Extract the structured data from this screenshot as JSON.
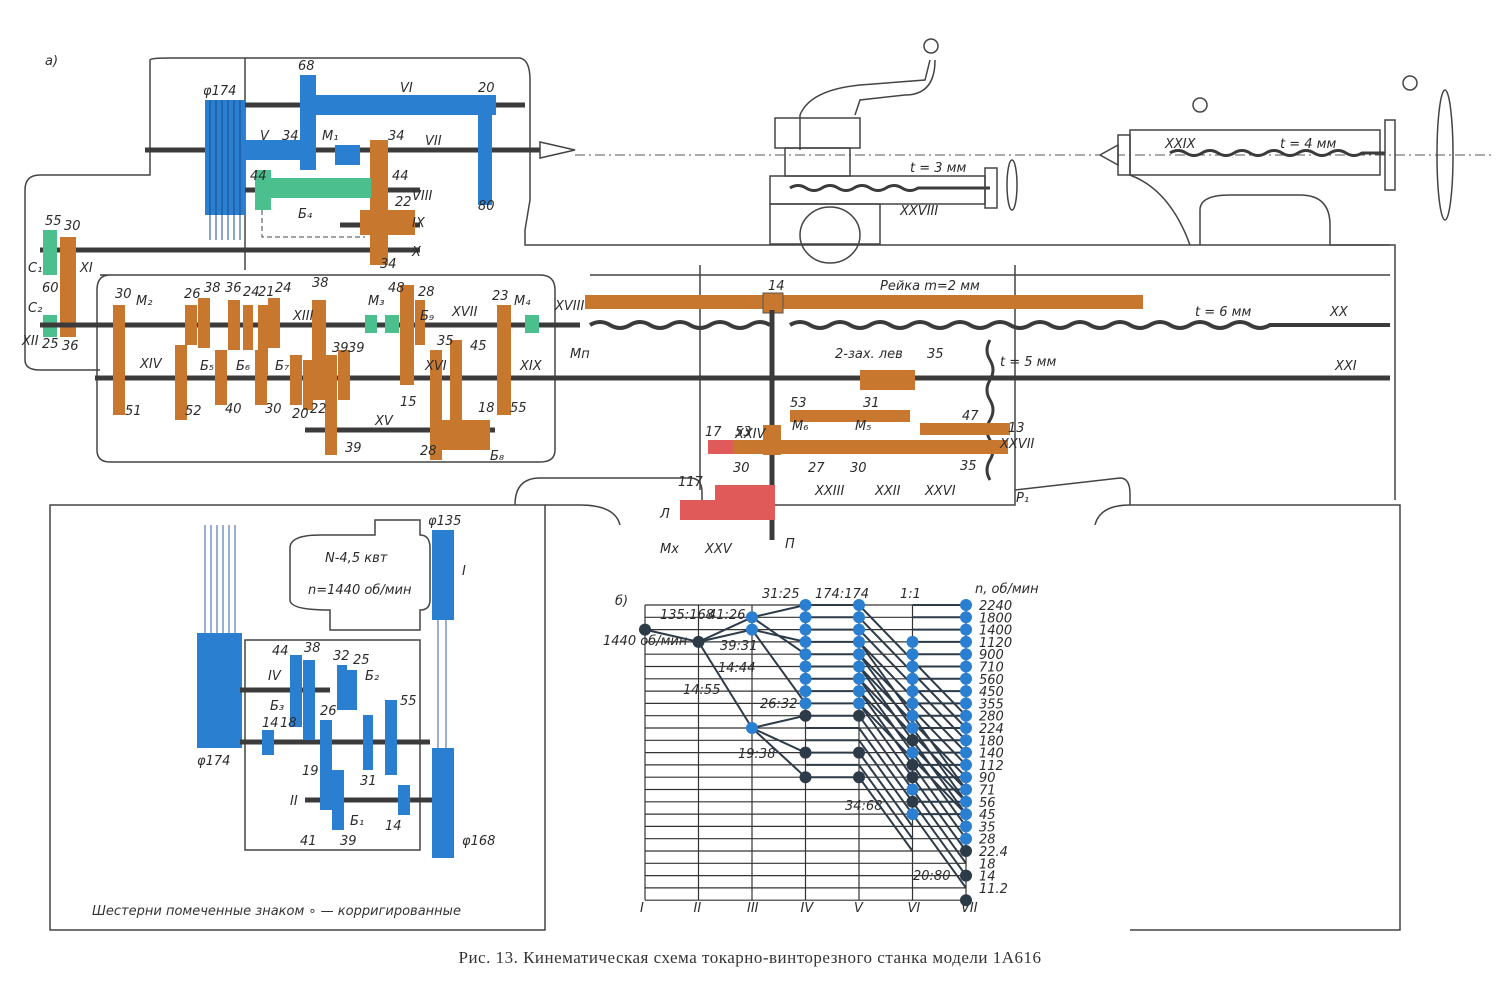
{
  "figure": {
    "caption": "Рис. 13. Кинематическая схема токарно-винторезного станка модели 1А616",
    "part_a_label": "а)",
    "part_b_label": "б)",
    "note": "Шестерни помеченные знаком ∘ — корригированные"
  },
  "colors": {
    "spindle_head": "#2b7fd0",
    "feed_box": "#c8782e",
    "clutch_green": "#4cbf8f",
    "apron_red": "#e05a5a",
    "line": "#3b3b3b"
  },
  "headstock": {
    "pulley_label": "φ174",
    "shafts": [
      "V",
      "VI",
      "VII",
      "VIII",
      "IX",
      "X"
    ],
    "gears": [
      "68",
      "20",
      "34",
      "34",
      "80",
      "44",
      "44",
      "22",
      "34"
    ],
    "clutch": "M₁",
    "block": "Б₄"
  },
  "feed_box": {
    "shafts": [
      "XI",
      "XII",
      "XIII",
      "XIV",
      "XV",
      "XVI",
      "XVII",
      "XVIII",
      "XIX"
    ],
    "change_gears": {
      "c1": "C₁",
      "c2": "C₂",
      "gears": [
        "55",
        "30",
        "60",
        "25",
        "36"
      ]
    },
    "gears_top": [
      "30",
      "26",
      "38",
      "36",
      "24",
      "21",
      "24",
      "38",
      "48",
      "28",
      "23"
    ],
    "gears_bottom": [
      "51",
      "52",
      "40",
      "30",
      "20",
      "22",
      "39",
      "39",
      "15",
      "35",
      "45",
      "55",
      "39",
      "28",
      "18"
    ],
    "blocks": [
      "Б₅",
      "Б₆",
      "Б₇",
      "Б₈",
      "Б₉"
    ],
    "clutches": [
      "M₂",
      "M₃",
      "M₄"
    ]
  },
  "carriage": {
    "rack_label": "Рейка m=2 мм",
    "rack_gear": "14",
    "leadscrew_label": "t = 6 мм",
    "leadscrew_shaft": "XX",
    "feed_rod_shaft": "XXI",
    "cross_screw_label": "t = 5 мм",
    "worm_label": "2-зах. лев",
    "worm_gear": "35",
    "shafts": [
      "XXII",
      "XXIII",
      "XXIV",
      "XXV",
      "XXVI",
      "XXVII"
    ],
    "gears": [
      "53",
      "31",
      "47",
      "13",
      "17",
      "53",
      "27",
      "30",
      "35",
      "117",
      "30"
    ],
    "clutches": [
      "M₅",
      "M₆",
      "Mп"
    ],
    "other_labels": [
      "Л",
      "Mx",
      "П",
      "P₁"
    ]
  },
  "tool_post": {
    "screw_label": "t = 3 мм",
    "shaft": "XXVIII"
  },
  "tailstock": {
    "screw_label": "t = 4 мм",
    "shaft": "XXIX"
  },
  "gearbox_drive": {
    "motor_power": "N-4,5 квт",
    "motor_speed": "n=1440 об/мин",
    "pulley_top": "φ135",
    "pulley_bottom": "φ168",
    "pulley_left": "φ174",
    "shafts": [
      "I",
      "II",
      "IV"
    ],
    "gears": [
      "44",
      "38",
      "32",
      "25",
      "14",
      "18",
      "26",
      "55",
      "19",
      "31",
      "14",
      "41",
      "39"
    ],
    "blocks": [
      "Б₁",
      "Б₂",
      "Б₃"
    ]
  },
  "chart_data": {
    "type": "line",
    "title": "б)",
    "input_speed_label": "1440 об/мин",
    "ylabel": "n, об/мин",
    "shafts": [
      "I",
      "II",
      "III",
      "IV",
      "V",
      "VI",
      "VII"
    ],
    "ratios": [
      "135:168",
      "41:26",
      "31:25",
      "174:174",
      "1:1",
      "39:31",
      "14:44",
      "14:55",
      "26:32",
      "19:38",
      "34:68",
      "20:80"
    ],
    "speeds_right": [
      "2240",
      "1800",
      "1400",
      "1120",
      "900",
      "710",
      "560",
      "450",
      "355",
      "280",
      "224",
      "180",
      "140",
      "112",
      "90",
      "71",
      "56",
      "45",
      "35",
      "28",
      "22.4",
      "18",
      "14",
      "11.2"
    ]
  }
}
